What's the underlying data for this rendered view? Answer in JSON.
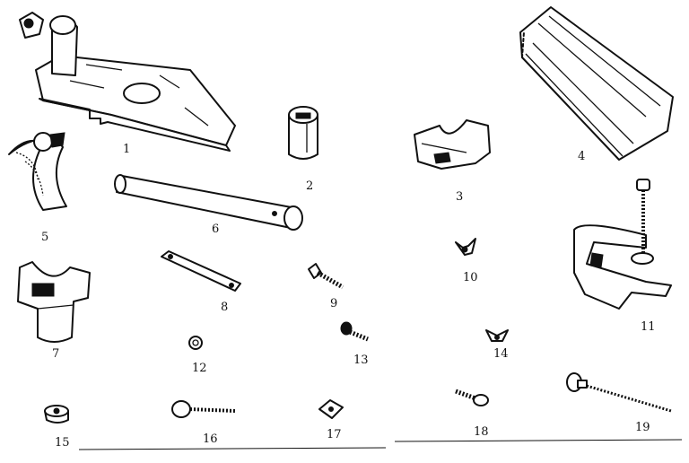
{
  "parts": [
    {
      "label": "1",
      "name": "base-plate-icon"
    },
    {
      "label": "2",
      "name": "collar-icon"
    },
    {
      "label": "3",
      "name": "bracket-icon"
    },
    {
      "label": "4",
      "name": "channel-rail-icon"
    },
    {
      "label": "5",
      "name": "hose-clamp-icon"
    },
    {
      "label": "6",
      "name": "tube-icon"
    },
    {
      "label": "7",
      "name": "clamp-block-icon"
    },
    {
      "label": "8",
      "name": "link-bar-icon"
    },
    {
      "label": "9",
      "name": "flat-head-screw-icon"
    },
    {
      "label": "10",
      "name": "wing-nut-icon"
    },
    {
      "label": "11",
      "name": "c-clamp-icon"
    },
    {
      "label": "12",
      "name": "washer-icon"
    },
    {
      "label": "13",
      "name": "pan-head-screw-icon"
    },
    {
      "label": "14",
      "name": "wing-nut-small-icon"
    },
    {
      "label": "15",
      "name": "knurled-nut-icon"
    },
    {
      "label": "16",
      "name": "thumb-screw-icon"
    },
    {
      "label": "17",
      "name": "square-nut-icon"
    },
    {
      "label": "18",
      "name": "round-head-screw-icon"
    },
    {
      "label": "19",
      "name": "long-thumb-screw-icon"
    }
  ]
}
